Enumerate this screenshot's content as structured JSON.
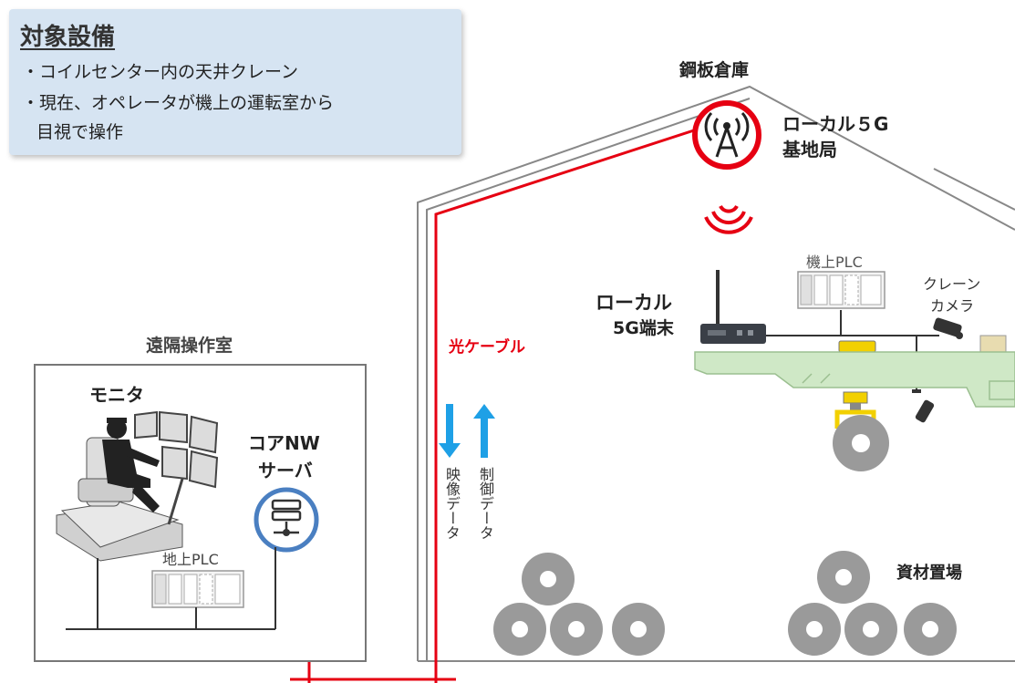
{
  "info": {
    "title": "対象設備",
    "bullet1": "・コイルセンター内の天井クレーン",
    "bullet2a": "・現在、オペレータが機上の運転室から",
    "bullet2b": "目視で操作"
  },
  "labels": {
    "warehouse": "鋼板倉庫",
    "base_station_1": "ローカル５G",
    "base_station_2": "基地局",
    "terminal_1": "ローカル",
    "terminal_2": "5G端末",
    "onboard_plc": "機上PLC",
    "crane_camera_1": "クレーン",
    "crane_camera_2": "カメラ",
    "optical_cable": "光ケーブル",
    "video_data": "映像データ",
    "control_data": "制御データ",
    "storage": "資材置場",
    "remote_room": "遠隔操作室",
    "monitor": "モニタ",
    "core_server_1": "コアNW",
    "core_server_2": "サーバ",
    "ground_plc": "地上PLC"
  },
  "colors": {
    "accent_red": "#e60012",
    "arrow_blue": "#1ea0e6",
    "info_bg": "#d6e4f2",
    "server_ring": "#4a7fc1",
    "crane_green": "#cfe8c6"
  }
}
